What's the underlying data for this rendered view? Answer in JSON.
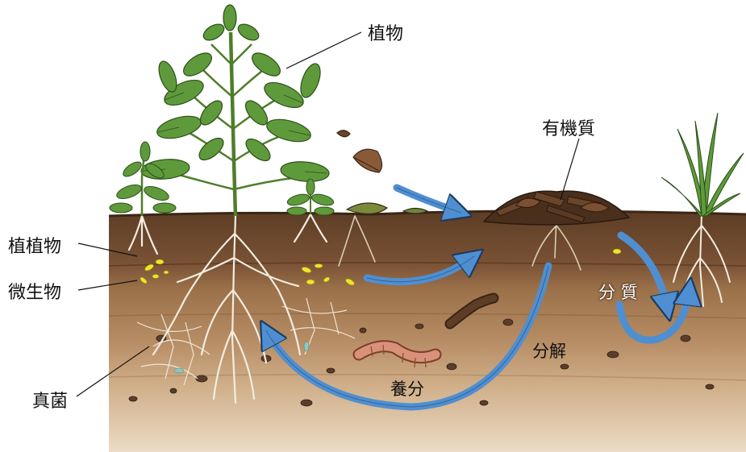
{
  "labels": {
    "plant": "植物",
    "organic_matter": "有機質",
    "plant_left": "植植物",
    "microbes": "微生物",
    "fungi": "真菌",
    "decomposition": "分解",
    "nutrients": "養分",
    "decomp_right": "分 質"
  },
  "colors": {
    "arrow": "#4f8fd1",
    "topsoil": "#6b4a30",
    "subsoil": "#b88e66",
    "deep_soil": "#e3cdb1",
    "leaf": "#5e9a3b",
    "root": "#f3ede0",
    "microbe": "#e8e22a",
    "worm": "#c97a5e"
  },
  "icons": [
    "plant-icon",
    "leaf-icon",
    "worm-icon",
    "microbe-icon",
    "arrow-icon"
  ]
}
